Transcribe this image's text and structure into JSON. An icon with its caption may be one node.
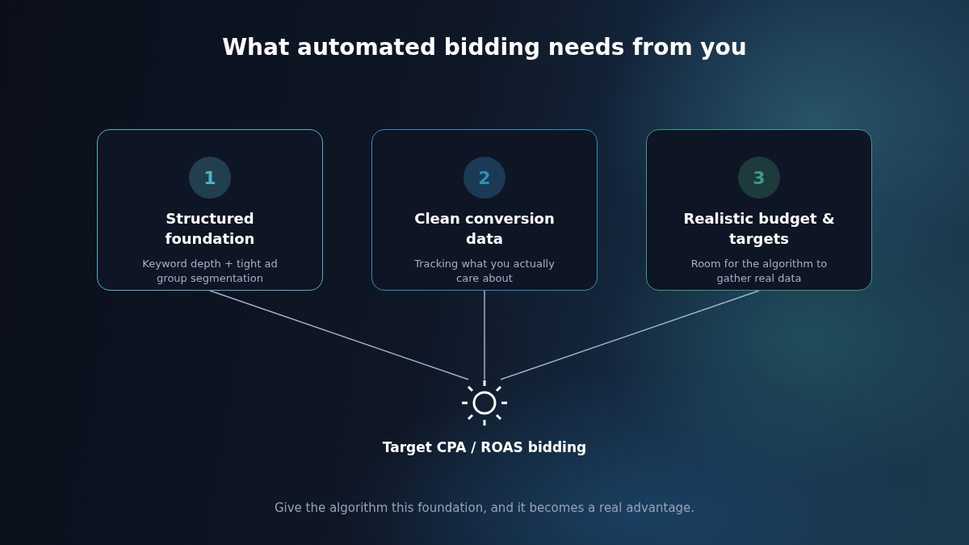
{
  "diagram": {
    "title": "What automated bidding needs from you",
    "caption": "Give the algorithm this foundation, and it becomes a real advantage.",
    "nodes": [
      {
        "text": [
          "1",
          "Structured foundation",
          "Keyword depth + tight ad group segmentation"
        ]
      },
      {
        "text": [
          "2",
          "Clean conversion data",
          "Tracking what you actually care about"
        ]
      },
      {
        "text": [
          "3",
          "Realistic budget & targets",
          "Room for the algorithm to gather real data"
        ]
      },
      {
        "text": [
          "Target CPA / ROAS bidding"
        ]
      }
    ],
    "edges": [
      {
        "from": 0,
        "to": 3,
        "arrow": "none"
      },
      {
        "from": 1,
        "to": 3,
        "arrow": "none"
      },
      {
        "from": 2,
        "to": 3,
        "arrow": "none"
      }
    ]
  }
}
